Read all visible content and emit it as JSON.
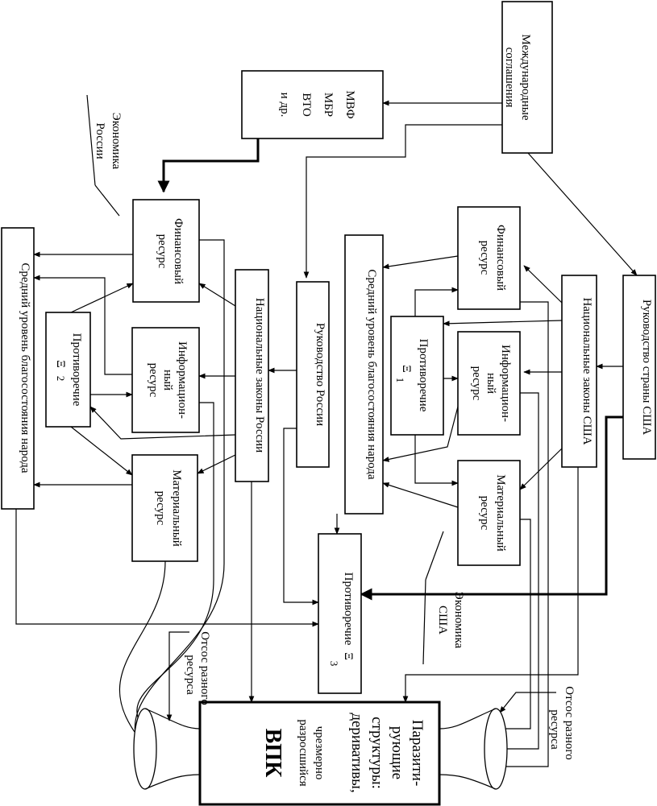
{
  "nodes": {
    "intl": "Международные соглашения",
    "imf": [
      "МВФ",
      "МБР",
      "ВТО",
      "и др."
    ],
    "econ_russia": "Экономика России",
    "econ_usa": "Экономика США",
    "usa_leadership": "Руководство страны США",
    "usa_laws": "Национальные законы США",
    "usa_fin": [
      "Финансовый",
      "ресурс"
    ],
    "usa_info": [
      "Информацион-",
      "ный",
      "ресурс"
    ],
    "usa_mat": [
      "Материальный",
      "ресурс"
    ],
    "usa_contr": [
      "Противоречие",
      "Ξ",
      "1"
    ],
    "usa_welfare": "Средний уровень благосостояния народа",
    "ru_leadership": "Руководство России",
    "ru_laws": "Национальные законы России",
    "ru_fin": [
      "Финансовый",
      "ресурс"
    ],
    "ru_info": [
      "Информацион-",
      "ный",
      "ресурс"
    ],
    "ru_mat": [
      "Материальный",
      "ресурс"
    ],
    "ru_contr": [
      "Противоречие",
      "Ξ",
      "2"
    ],
    "ru_welfare": "Средний уровень благосостояния народа",
    "contr3": [
      "Противоречие",
      "Ξ",
      "3"
    ],
    "parasitic": [
      "Паразити-",
      "рующие",
      "структуры:",
      "деривативы,",
      "чрезмерно",
      "разросшийся",
      "ВПК"
    ],
    "suction_left": [
      "Отсос разного",
      "ресурса"
    ],
    "suction_right": [
      "Отсос разного",
      "ресурса"
    ]
  }
}
